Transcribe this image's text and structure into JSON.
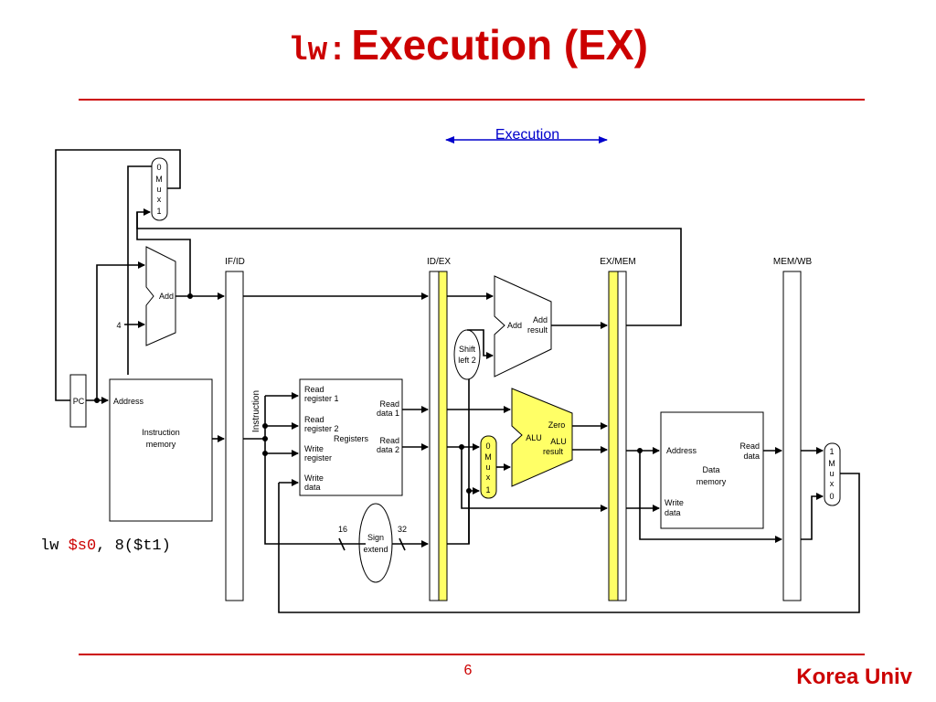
{
  "title": {
    "mono": "lw:",
    "text": "Execution (EX)"
  },
  "stage_label": "Execution",
  "instruction": {
    "op": "lw ",
    "reg": "$s0",
    "rest": ", 8($t1)"
  },
  "pipeline_registers": [
    "IF/ID",
    "ID/EX",
    "EX/MEM",
    "MEM/WB"
  ],
  "blocks": {
    "pc": "PC",
    "four": "4",
    "add_pc": "Add",
    "instr_mem": {
      "address": "Address",
      "name_1": "Instruction",
      "name_2": "memory"
    },
    "instruction_vertical": "Instruction",
    "registers": {
      "read_reg1_a": "Read",
      "read_reg1_b": "register 1",
      "read_reg2_a": "Read",
      "read_reg2_b": "register 2",
      "write_reg_a": "Write",
      "write_reg_b": "register",
      "write_data_a": "Write",
      "write_data_b": "data",
      "name": "Registers",
      "read_data1_a": "Read",
      "read_data1_b": "data 1",
      "read_data2_a": "Read",
      "read_data2_b": "data 2"
    },
    "sign_extend": {
      "in_bits": "16",
      "out_bits": "32",
      "name_1": "Sign",
      "name_2": "extend"
    },
    "shift_left": {
      "name_1": "Shift",
      "name_2": "left 2"
    },
    "add_branch": {
      "add": "Add",
      "result_1": "Add",
      "result_2": "result"
    },
    "alu": {
      "name": "ALU",
      "zero": "Zero",
      "result_1": "ALU",
      "result_2": "result"
    },
    "data_mem": {
      "address": "Address",
      "read_1": "Read",
      "read_2": "data",
      "name_1": "Data",
      "name_2": "memory",
      "write_1": "Write",
      "write_2": "data"
    },
    "mux_top": [
      "0",
      "M",
      "u",
      "x",
      "1"
    ],
    "mux_alu": [
      "0",
      "M",
      "u",
      "x",
      "1"
    ],
    "mux_wb": [
      "1",
      "M",
      "u",
      "x",
      "0"
    ]
  },
  "page_number": "6",
  "brand": "Korea Univ",
  "colors": {
    "accent": "#cc0000",
    "highlight": "#ffff66",
    "arrow": "#0000cc"
  }
}
